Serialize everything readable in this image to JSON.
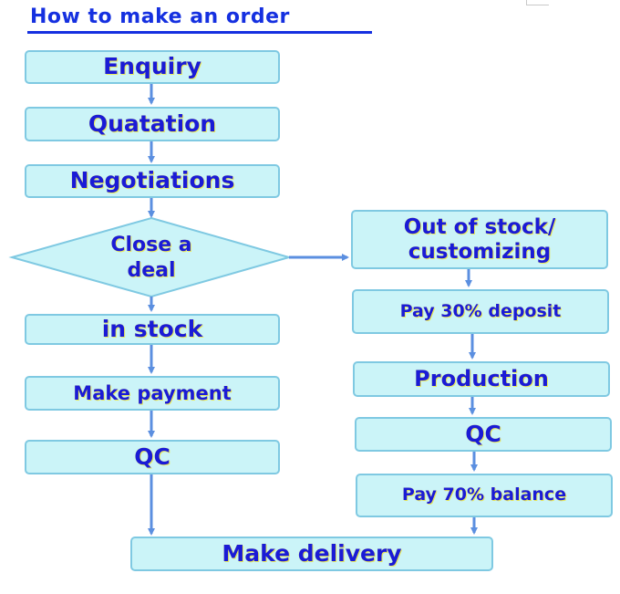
{
  "title": "How to make an order",
  "colors": {
    "box_fill": "#cbf4f8",
    "box_border": "#7fc9e2",
    "text": "#1a1bd6",
    "text_glow": "#e9e958",
    "arrow": "#5b8fe0",
    "title": "#1530e0"
  },
  "steps": {
    "enquiry": "Enquiry",
    "quotation": "Quatation",
    "negotiations": "Negotiations",
    "decision": [
      "Close a",
      "deal"
    ],
    "in_stock": "in stock",
    "make_payment": "Make payment",
    "qc_left": "QC",
    "out_of_stock": [
      "Out of stock/",
      "customizing"
    ],
    "deposit": "Pay 30% deposit",
    "production": "Production",
    "qc_right": "QC",
    "balance": "Pay 70% balance",
    "delivery": "Make delivery"
  }
}
